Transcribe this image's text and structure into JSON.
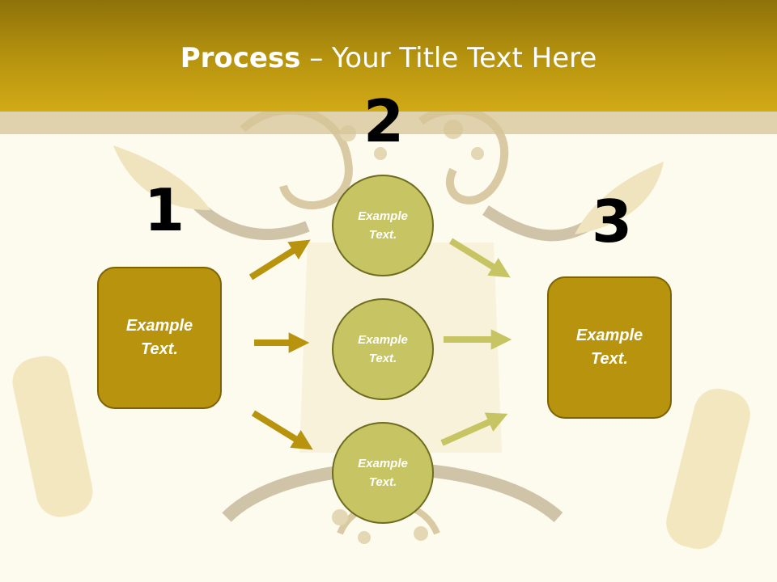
{
  "title": {
    "bold": "Process",
    "rest": " – Your Title Text Here"
  },
  "steps": [
    {
      "number": "1",
      "text": "Example\nText."
    },
    {
      "number": "2",
      "items": [
        "Example\nText.",
        "Example\nText.",
        "Example\nText."
      ]
    },
    {
      "number": "3",
      "text": "Example\nText."
    }
  ],
  "colors": {
    "header": "#b8950f",
    "box_fill": "#b8940e",
    "circle_fill": "#c6c463",
    "arrow_dark": "#b8940e",
    "arrow_light": "#c6c463"
  }
}
